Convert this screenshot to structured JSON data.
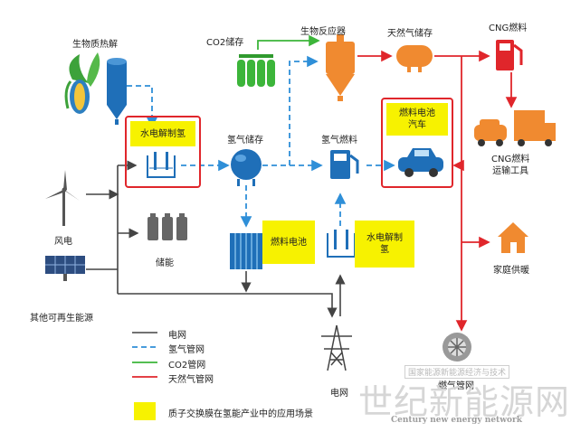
{
  "nodes": {
    "biomass_pyrolysis": "生物质热解",
    "co2_storage": "CO2储存",
    "bioreactor": "生物反应器",
    "gas_storage": "天然气储存",
    "cng_fuel": "CNG燃料",
    "electrolysis_top": "水电解制氢",
    "hydrogen_storage": "氢气储存",
    "hydrogen_fuel": "氢气燃料",
    "fuel_cell_car": "燃料电池\n汽车",
    "cng_transport": "CNG燃料\n运输工具",
    "wind": "风电",
    "storage": "储能",
    "fuel_cell": "燃料电池",
    "electrolysis_bottom": "水电解制\n氢",
    "home_heating": "家庭供暖",
    "other_renewables": "其他可再生能源",
    "grid": "电网",
    "gas_grid_node": "燃气管网"
  },
  "legend": [
    {
      "label": "电网",
      "color": "#444444",
      "style": "solid"
    },
    {
      "label": "氢气管网",
      "color": "#2f8fd8",
      "style": "dashed"
    },
    {
      "label": "CO2管网",
      "color": "#3cb53a",
      "style": "solid"
    },
    {
      "label": "天然气管网",
      "color": "#e0262b",
      "style": "solid"
    }
  ],
  "legend_highlight": "质子交换膜在氢能产业中的应用场景",
  "watermark": {
    "line1": "国家能源新能源经济与技术",
    "line2": "世纪新能源网",
    "line3": "Century new energy network"
  },
  "colors": {
    "grid": "#444444",
    "hydrogen": "#2f8fd8",
    "co2": "#3cb53a",
    "gas": "#e0262b",
    "highlight": "#f7f200",
    "equipment_blue": "#1f6fb8",
    "equipment_orange": "#f08a30"
  }
}
